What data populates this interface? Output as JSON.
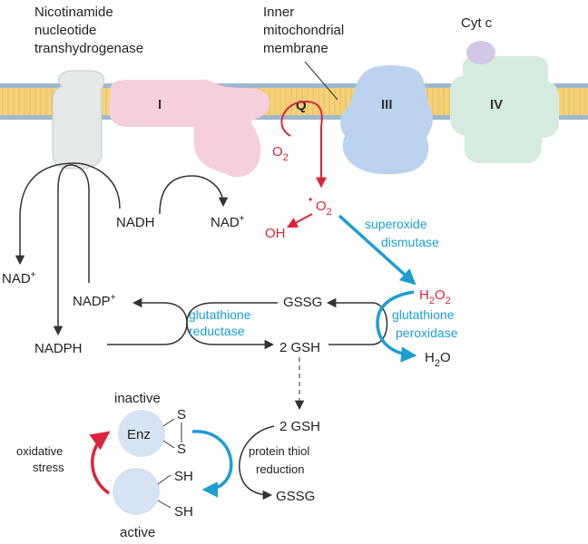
{
  "colors": {
    "membrane_band": "#f5d27a",
    "membrane_stripe": "#c9b25a",
    "transhydrogenase": "#e4e8e6",
    "complex_I": "#f6cfdc",
    "complex_III": "#bcd3ef",
    "complex_IV": "#d6ebdf",
    "cyt_c": "#d2c8e6",
    "enzyme": "#d6e3f2",
    "red_accent": "#d9263c",
    "blue_accent": "#1c9ed3",
    "arrow_dark": "#333333"
  },
  "labels": {
    "transhydrogenase": [
      "Nicotinamide",
      "nucleotide",
      "transhydrogenase"
    ],
    "membrane": [
      "Inner",
      "mitochondrial",
      "membrane"
    ],
    "cyt_c": "Cyt c",
    "complex_I": "I",
    "complex_Q": "Q",
    "complex_III": "III",
    "complex_IV": "IV",
    "o2": "O",
    "o2_sub": "2",
    "superoxide_dot": "•",
    "superoxide": "O",
    "superoxide_sub": "2",
    "oh": "OH",
    "nadh": "NADH",
    "nad_plus": "NAD",
    "plus": "+",
    "nad_plus_left": "NAD",
    "nadp_plus": "NADP",
    "nadph": "NADPH",
    "gssg_top": "GSSG",
    "gsh_top": "2 GSH",
    "glutathione_reductase": [
      "glutathione",
      "reductase"
    ],
    "superoxide_dismutase": [
      "superoxide",
      "dismutase"
    ],
    "h2o2": "H",
    "h2o2_sub1": "2",
    "h2o2_o": "O",
    "h2o2_sub2": "2",
    "glutathione_peroxidase": [
      "glutathione",
      "peroxidase"
    ],
    "h2o": "H",
    "h2o_sub": "2",
    "h2o_o": "O",
    "inactive": "inactive",
    "active": "active",
    "enz": "Enz",
    "s": "S",
    "sh": "SH",
    "gsh_bottom": "2 GSH",
    "protein_thiol": [
      "protein thiol",
      "reduction"
    ],
    "gssg_bottom": "GSSG",
    "oxidative_stress": [
      "oxidative",
      "stress"
    ]
  }
}
